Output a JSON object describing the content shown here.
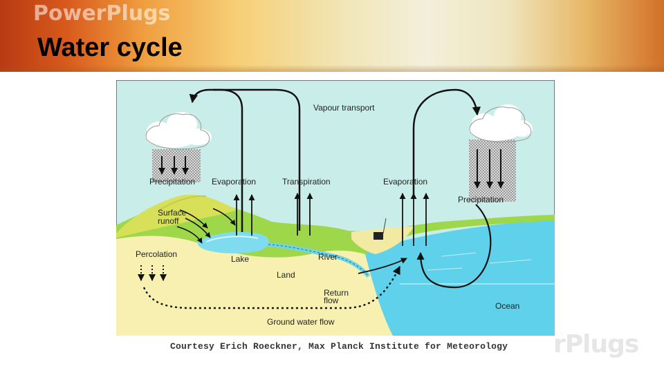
{
  "slide": {
    "brand": "PowerPlugs",
    "title": "Water cycle",
    "credit": "Courtesy Erich Roeckner, Max Planck Institute for Meteorology",
    "logo_fragment": "rPlugs"
  },
  "diagram": {
    "labels": {
      "vapour_transport": "Vapour transport",
      "precipitation_left": "Precipitation",
      "evaporation_left": "Evaporation",
      "transpiration": "Transpiration",
      "evaporation_right": "Evaporation",
      "precipitation_right": "Precipitation",
      "surface_runoff_1": "Surface",
      "surface_runoff_2": "runoff",
      "percolation": "Percolation",
      "lake": "Lake",
      "river": "River",
      "land": "Land",
      "return_flow_1": "Return",
      "return_flow_2": "flow",
      "ocean": "Ocean",
      "groundwater_flow": "Ground water flow"
    }
  },
  "colors": {
    "sky": "#c9ede8",
    "ocean": "#5fd1ea",
    "soil": "#f7f0b0",
    "land_green": "#9ed84a",
    "hills": "#d8e05a",
    "arrows": "#111111",
    "banner_title": "#000000"
  }
}
